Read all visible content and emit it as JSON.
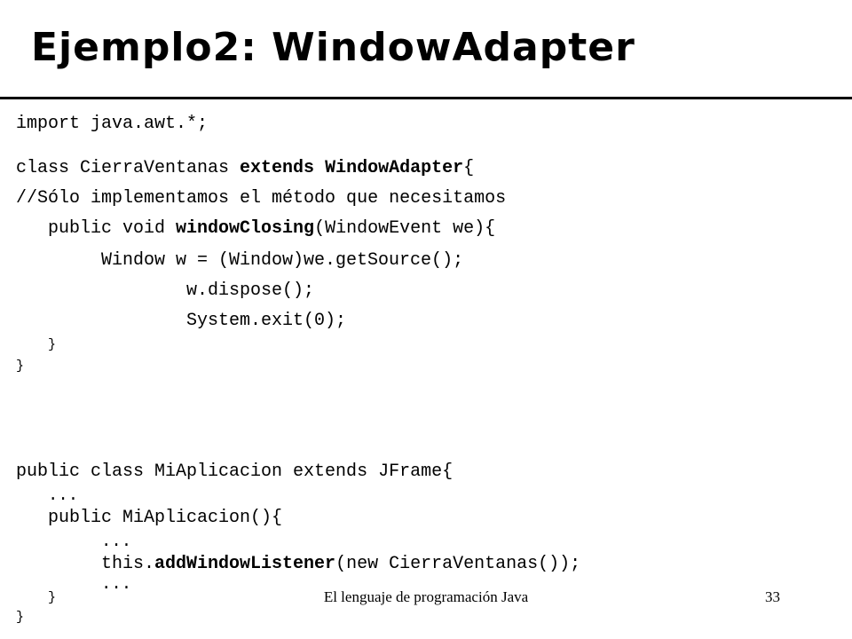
{
  "slide": {
    "title": "Ejemplo2: WindowAdapter",
    "code": {
      "l1": "import java.awt.*;",
      "l2_a": "class CierraVentanas ",
      "l2_b": "extends WindowAdapter",
      "l2_c": "{",
      "l3": "//Sólo implementamos el método que necesitamos",
      "l4_a": "public void ",
      "l4_b": "windowClosing",
      "l4_c": "(WindowEvent we){",
      "l5": "Window w = (Window)we.getSource();",
      "l6": "w.dispose();",
      "l7": "System.exit(0);",
      "l8": "}",
      "l9": "}",
      "l10": "public class MiAplicacion extends JFrame{",
      "l11": "...",
      "l12": "public MiAplicacion(){",
      "l13": "...",
      "l14_a": "this.",
      "l14_b": "addWindowListener",
      "l14_c": "(new CierraVentanas());",
      "l15": "...",
      "l16": "}",
      "l17": "}"
    },
    "footer": {
      "center": "El lenguaje de programación Java",
      "page": "33"
    }
  }
}
